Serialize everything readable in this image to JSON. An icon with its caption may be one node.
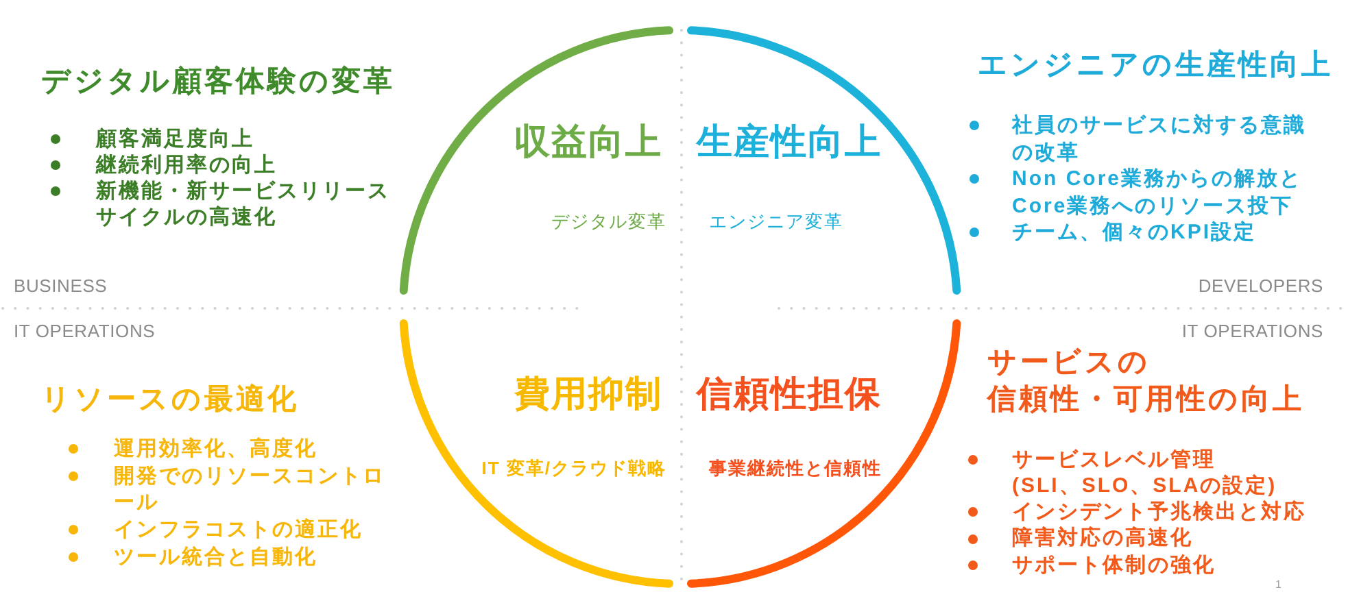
{
  "diagram": {
    "nodes": [
      {
        "text": [
          "収益向上",
          "デジタル変革"
        ],
        "beside": [
          "デジタル顧客体験の変革",
          "顧客満足度向上",
          "継続利用率の向上",
          "新機能・新サービスリリースサイクルの高速化"
        ]
      },
      {
        "text": [
          "生産性向上",
          "エンジニア変革"
        ],
        "beside": [
          "エンジニアの生産性向上",
          "社員のサービスに対する意識の改革",
          "Non Core業務からの解放とCore業務へのリソース投下",
          "チーム、個々のKPI設定"
        ]
      },
      {
        "text": [
          "費用抑制",
          "IT 変革/クラウド戦略"
        ],
        "beside": [
          "リソースの最適化",
          "運用効率化、高度化",
          "開発でのリソースコントロール",
          "インフラコストの適正化",
          "ツール統合と自動化"
        ]
      },
      {
        "text": [
          "信頼性担保",
          "事業継続性と信頼性"
        ],
        "beside": [
          "サービスの信頼性・可用性の向上",
          "サービスレベル管理(SLI、SLO、SLAの設定)",
          "インシデント予兆検出と対応",
          "障害対応の高速化",
          "サポート体制の強化"
        ]
      }
    ],
    "labels": [
      "BUSINESS",
      "DEVELOPERS",
      "IT OPERATIONS",
      "IT OPERATIONS",
      "1"
    ]
  }
}
